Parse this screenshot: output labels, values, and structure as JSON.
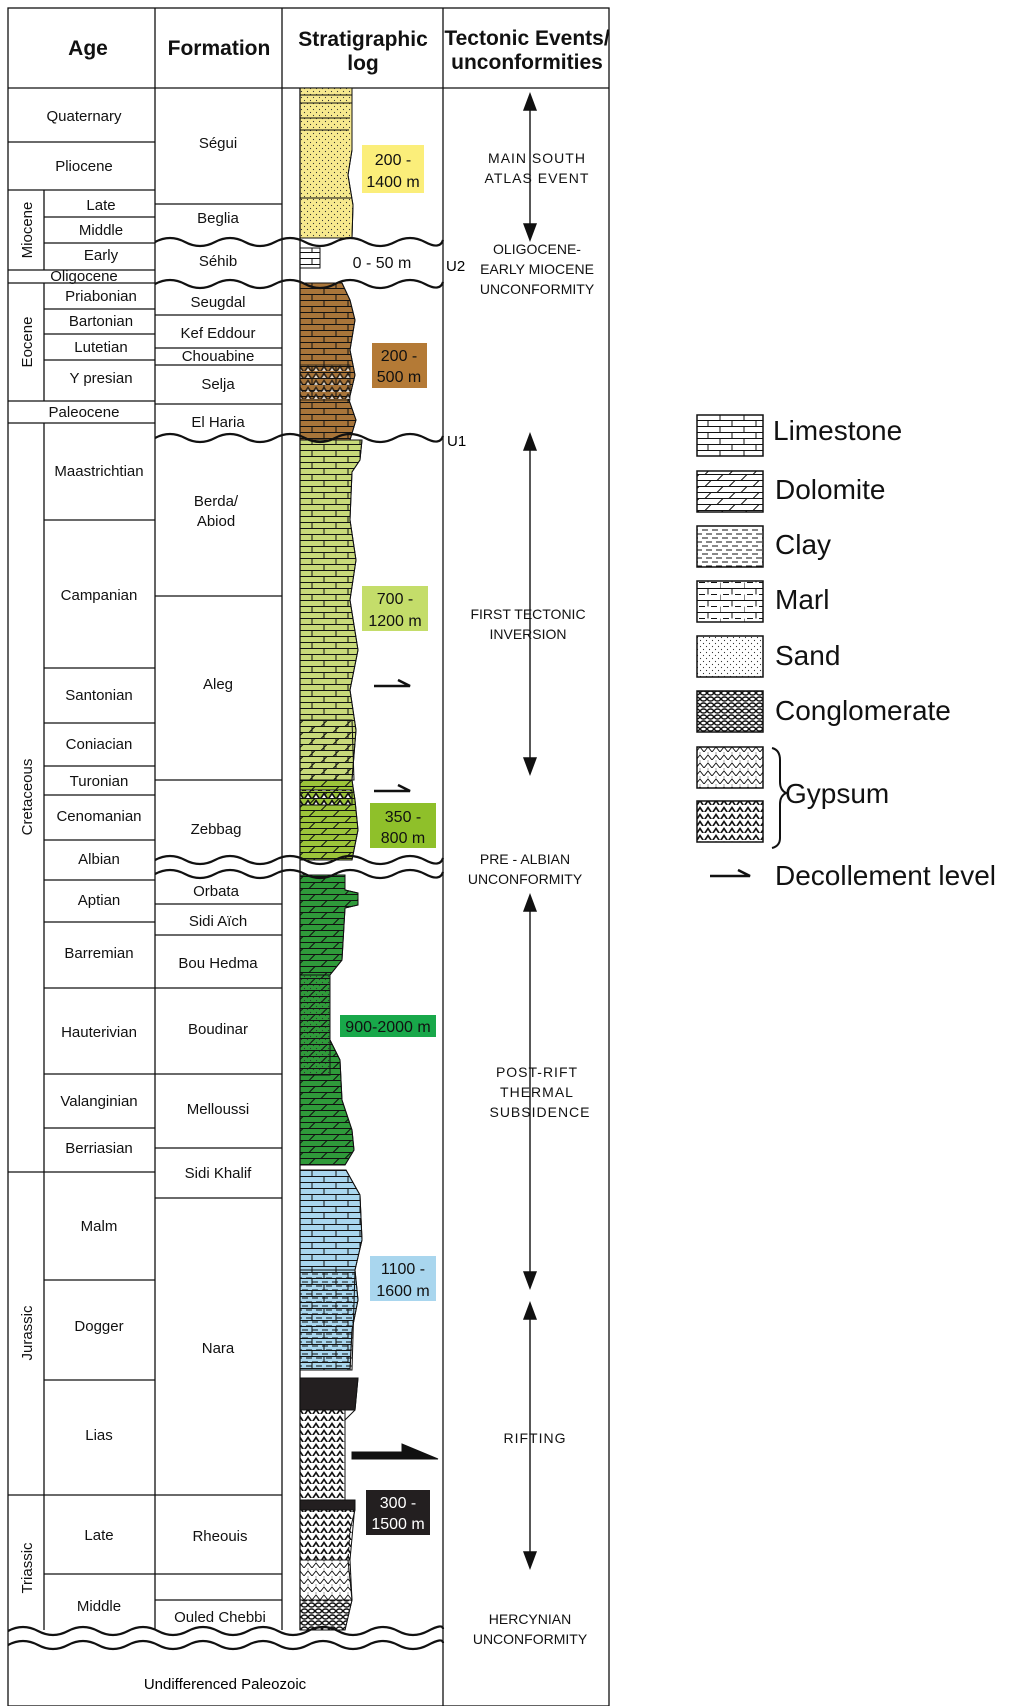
{
  "headers": {
    "age": "Age",
    "formation": "Formation",
    "log_line1": "Stratigraphic",
    "log_line2": "log",
    "events_line1": "Tectonic Events/",
    "events_line2": "unconformities"
  },
  "periods": {
    "miocene": "Miocene",
    "eocene": "Eocene",
    "cretaceous": "Cretaceous",
    "jurassic": "Jurassic",
    "triassic": "Triassic"
  },
  "ages": {
    "quaternary": "Quaternary",
    "pliocene": "Pliocene",
    "late_miocene": "Late",
    "middle_miocene": "Middle",
    "early_miocene": "Early",
    "oligocene": "Oligocene",
    "priabonian": "Priabonian",
    "bartonian": "Bartonian",
    "lutetian": "Lutetian",
    "ypresian": "Y presian",
    "paleocene": "Paleocene",
    "maastrichtian": "Maastrichtian",
    "campanian": "Campanian",
    "santonian": "Santonian",
    "coniacian": "Coniacian",
    "turonian": "Turonian",
    "cenomanian": "Cenomanian",
    "albian": "Albian",
    "aptian": "Aptian",
    "barremian": "Barremian",
    "hauterivian": "Hauterivian",
    "valanginian": "Valanginian",
    "berriasian": "Berriasian",
    "malm": "Malm",
    "dogger": "Dogger",
    "lias": "Lias",
    "late_triassic": "Late",
    "middle_triassic": "Middle"
  },
  "formations": {
    "segui": "Ségui",
    "beglia": "Beglia",
    "sehib": "Séhib",
    "seugdal": "Seugdal",
    "kef_eddour": "Kef Eddour",
    "chouabine": "Chouabine",
    "selja": "Selja",
    "el_haria": "El Haria",
    "berda_abiod_1": "Berda/",
    "berda_abiod_2": "Abiod",
    "aleg": "Aleg",
    "zebbag": "Zebbag",
    "orbata": "Orbata",
    "sidi_aich": "Sidi Aïch",
    "bou_hedma": "Bou Hedma",
    "boudinar": "Boudinar",
    "melloussi": "Melloussi",
    "sidi_khalif": "Sidi Khalif",
    "nara": "Nara",
    "rheouis": "Rheouis",
    "ouled_chebbi": "Ouled Chebbi"
  },
  "basement": "Undifferenced Paleozoic",
  "thickness": {
    "t1a": "200 -",
    "t1b": "1400 m",
    "t2": "0 - 50 m",
    "t3a": "200 -",
    "t3b": "500 m",
    "t4a": "700 -",
    "t4b": "1200 m",
    "t5a": "350 -",
    "t5b": "800 m",
    "t6": "900-2000 m",
    "t7a": "1100 -",
    "t7b": "1600 m",
    "t8a": "300 -",
    "t8b": "1500 m"
  },
  "unconformity_labels": {
    "u1": "U1",
    "u2": "U2"
  },
  "events": {
    "main_atlas_1": "MAIN SOUTH",
    "main_atlas_2": "ATLAS EVENT",
    "oligo_1": "OLIGOCENE-",
    "oligo_2": "EARLY MIOCENE",
    "oligo_3": "UNCONFORMITY",
    "first_inv_1": "FIRST TECTONIC",
    "first_inv_2": "INVERSION",
    "pre_albian_1": "PRE - ALBIAN",
    "pre_albian_2": "UNCONFORMITY",
    "post_rift_1": "POST-RIFT",
    "post_rift_2": "THERMAL",
    "post_rift_3": "SUBSIDENCE",
    "rifting": "RIFTING",
    "hercynian_1": "HERCYNIAN",
    "hercynian_2": "UNCONFORMITY"
  },
  "legend": {
    "limestone": "Limestone",
    "dolomite": "Dolomite",
    "clay": "Clay",
    "marl": "Marl",
    "sand": "Sand",
    "conglomerate": "Conglomerate",
    "gypsum": "Gypsum",
    "decollement": "Decollement level"
  },
  "colors": {
    "neogene_yellow": "#f7e98e",
    "paleogene_brown": "#a8753a",
    "upper_cret_lightgreen": "#c8d97a",
    "cenomanian_green": "#9cc43a",
    "lower_cret_green": "#2f9a3a",
    "jurassic_blue": "#a9d6ee",
    "triassic_black": "#231f20"
  }
}
